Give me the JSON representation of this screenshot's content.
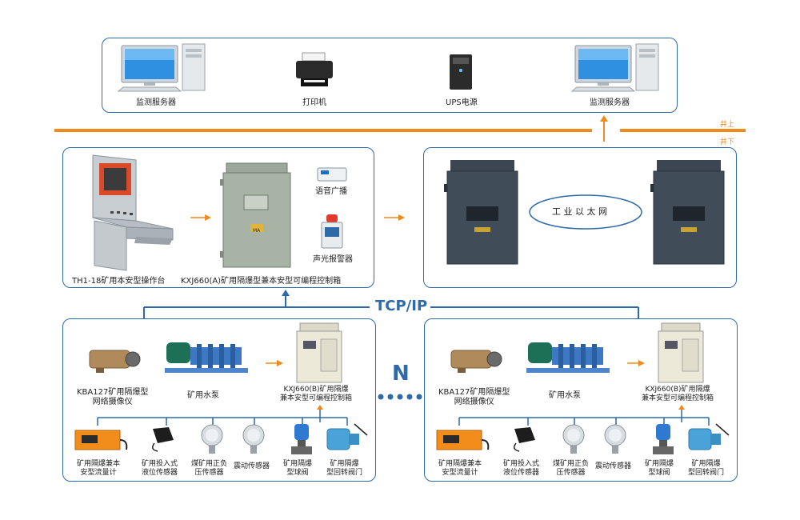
{
  "colors": {
    "blue": "#2e6aa8",
    "orange": "#f08a1c"
  },
  "top": {
    "server_left": "监测服务器",
    "printer": "打印机",
    "ups": "UPS电源",
    "server_right": "监测服务器"
  },
  "tags": {
    "up": "井上",
    "down": "井下"
  },
  "middle_left": {
    "console": "TH1-18矿用本安型操作台",
    "control_box": "KXJ660(A)矿用隔爆型兼本安型可编程控制箱",
    "voice": "语音广播",
    "alarm": "声光报警器",
    "box_mark": "MA"
  },
  "middle_right": {
    "ethernet": "工 业 以 太 网"
  },
  "network": {
    "tcp": "TCP/IP",
    "n": "N"
  },
  "bottom": {
    "camera": "KBA127矿用隔爆型\n网络摄像仪",
    "pump": "矿用水泵",
    "control": "KXJ660(B)矿用隔爆\n兼本安型可编程控制箱",
    "sensors": [
      "矿用隔爆兼本\n安型流量计",
      "矿用投入式\n液位传感器",
      "煤矿用正负\n压传感器",
      "震动传感器",
      "矿用隔爆\n型球阀",
      "矿用隔爆\n型回转阀门"
    ]
  }
}
